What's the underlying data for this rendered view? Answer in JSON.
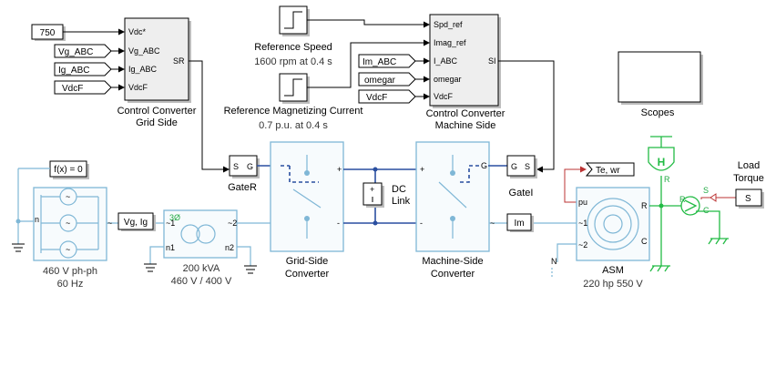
{
  "control_grid": {
    "name_line1": "Control Converter",
    "name_line2": "Grid Side",
    "in_ports": [
      "Vdc*",
      "Vg_ABC",
      "Ig_ABC",
      "VdcF"
    ],
    "out_port": "SR",
    "inputs": [
      "750",
      "Vg_ABC",
      "Ig_ABC",
      "VdcF"
    ]
  },
  "reference_speed": {
    "name": "Reference Speed",
    "subtitle": "1600 rpm at 0.4 s"
  },
  "reference_mag": {
    "name": "Reference Magnetizing Current",
    "subtitle": "0.7 p.u. at 0.4 s"
  },
  "control_machine": {
    "name_line1": "Control Converter",
    "name_line2": "Machine Side",
    "in_ports": [
      "Spd_ref",
      "Imag_ref",
      "I_ABC",
      "omegar",
      "VdcF"
    ],
    "out_port": "SI",
    "inputs": [
      "Im_ABC",
      "omegar",
      "VdcF"
    ]
  },
  "scopes": {
    "name": "Scopes"
  },
  "solver": {
    "label": "f(x) = 0"
  },
  "source": {
    "line1": "460 V ph-ph",
    "line2": "60 Hz",
    "port": "n"
  },
  "vg_tag": "Vg, Ig",
  "transformer": {
    "symbol": "3Ø",
    "line1": "200 kVA",
    "line2": "460 V / 400 V",
    "ports": [
      "~1",
      "~2",
      "n1",
      "n2"
    ]
  },
  "gater": {
    "name": "GateR",
    "ports": [
      "S",
      "G"
    ]
  },
  "gatei": {
    "name": "GateI",
    "ports": [
      "G",
      "S"
    ]
  },
  "grid_converter": {
    "line1": "Grid-Side",
    "line2": "Converter"
  },
  "machine_converter": {
    "line1": "Machine-Side",
    "line2": "Converter"
  },
  "dc_link": {
    "line1": "DC",
    "line2": "Link"
  },
  "im_tag": "Im",
  "te_tag": "Te, wr",
  "asm": {
    "name": "ASM",
    "rating": "220 hp 550 V",
    "ports": [
      "pu",
      "~1",
      "~2",
      "R",
      "C"
    ]
  },
  "load_torque": {
    "line1": "Load",
    "line2": "Torque",
    "block": "S"
  },
  "mech_ports": {
    "r_top": "R",
    "s": "S",
    "r": "R",
    "c": "C"
  },
  "colors": {
    "power": "#7fb7d6",
    "dc": "#2a4fa0",
    "mechanical": "#22bb44",
    "signal": "#b33333"
  }
}
